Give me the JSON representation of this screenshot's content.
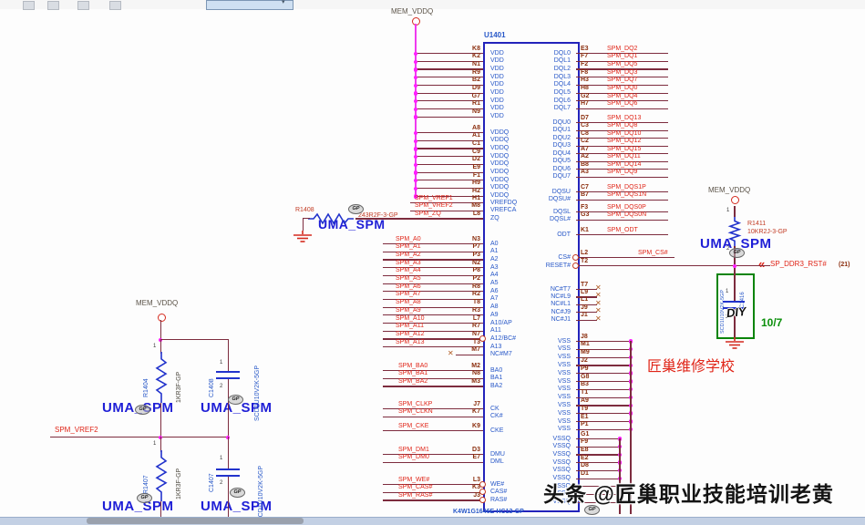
{
  "nets": {
    "mem_vddq": "MEM_VDDQ",
    "uma_spm": "UMA_SPM",
    "spm_vref2": "SPM_VREF2",
    "reset_net": "SP_DDR3_RST#",
    "reset_page": "(21)",
    "offpage_icon": "«"
  },
  "chip": {
    "refdes": "U1401",
    "part_number": "K4W1G1646E-HC13-GP",
    "left": {
      "vdd": {
        "name": "VDD",
        "pins": [
          "K8",
          "K2",
          "N1",
          "R9",
          "B2",
          "D9",
          "G7",
          "R1",
          "N9"
        ]
      },
      "vddq": {
        "name": "VDDQ",
        "pins": [
          "A8",
          "A1",
          "C1",
          "C9",
          "D2",
          "E9",
          "F1",
          "H9",
          "H2"
        ]
      },
      "vref": [
        {
          "net": "SPM_VREF1",
          "pin": "H1",
          "name": "VREFDQ"
        },
        {
          "net": "SPM_VREF2",
          "pin": "M8",
          "name": "VREFCA"
        },
        {
          "net": "SPM_ZQ",
          "pin": "L8",
          "name": "ZQ"
        }
      ],
      "addr": [
        {
          "net": "SPM_A0",
          "pin": "N3",
          "name": "A0"
        },
        {
          "net": "SPM_A1",
          "pin": "P7",
          "name": "A1"
        },
        {
          "net": "SPM_A2",
          "pin": "P3",
          "name": "A2"
        },
        {
          "net": "SPM_A3",
          "pin": "N2",
          "name": "A3"
        },
        {
          "net": "SPM_A4",
          "pin": "P8",
          "name": "A4"
        },
        {
          "net": "SPM_A5",
          "pin": "P2",
          "name": "A5"
        },
        {
          "net": "SPM_A6",
          "pin": "R8",
          "name": "A6"
        },
        {
          "net": "SPM_A7",
          "pin": "R2",
          "name": "A7"
        },
        {
          "net": "SPM_A8",
          "pin": "T8",
          "name": "A8"
        },
        {
          "net": "SPM_A9",
          "pin": "R3",
          "name": "A9"
        },
        {
          "net": "SPM_A10",
          "pin": "L7",
          "name": "A10/AP"
        },
        {
          "net": "SPM_A11",
          "pin": "R7",
          "name": "A11"
        },
        {
          "net": "SPM_A12",
          "pin": "N7",
          "name": "A12/BC#",
          "bubble": true
        },
        {
          "net": "SPM_A13",
          "pin": "T3",
          "name": "A13"
        },
        {
          "pin": "M7",
          "name": "NC#M7",
          "nc": true
        }
      ],
      "ba": [
        {
          "net": "SPM_BA0",
          "pin": "M2",
          "name": "BA0"
        },
        {
          "net": "SPM_BA1",
          "pin": "N8",
          "name": "BA1"
        },
        {
          "net": "SPM_BA2",
          "pin": "M3",
          "name": "BA2"
        }
      ],
      "ck": [
        {
          "net": "SPM_CLKP",
          "pin": "J7",
          "name": "CK"
        },
        {
          "net": "SPM_CLKN",
          "pin": "K7",
          "name": "CK#"
        }
      ],
      "cke": [
        {
          "net": "SPM_CKE",
          "pin": "K9",
          "name": "CKE"
        }
      ],
      "dm": [
        {
          "net": "SPM_DM1",
          "pin": "D3",
          "name": "DMU"
        },
        {
          "net": "SPM_DM0",
          "pin": "E7",
          "name": "DML"
        }
      ],
      "cmd": [
        {
          "net": "SPM_WE#",
          "pin": "L3",
          "name": "WE#",
          "bubble": true
        },
        {
          "net": "SPM_CAS#",
          "pin": "K3",
          "name": "CAS#",
          "bubble": true
        },
        {
          "net": "SPM_RAS#",
          "pin": "J3",
          "name": "RAS#",
          "bubble": true
        }
      ]
    },
    "right": {
      "dql": [
        {
          "name": "DQL0",
          "pin": "E3",
          "net": "SPM_DQ2"
        },
        {
          "name": "DQL1",
          "pin": "F7",
          "net": "SPM_DQ1"
        },
        {
          "name": "DQL2",
          "pin": "F2",
          "net": "SPM_DQ5"
        },
        {
          "name": "DQL3",
          "pin": "F8",
          "net": "SPM_DQ3"
        },
        {
          "name": "DQL4",
          "pin": "H3",
          "net": "SPM_DQ7"
        },
        {
          "name": "DQL5",
          "pin": "H8",
          "net": "SPM_DQ0"
        },
        {
          "name": "DQL6",
          "pin": "G2",
          "net": "SPM_DQ4"
        },
        {
          "name": "DQL7",
          "pin": "H7",
          "net": "SPM_DQ6"
        }
      ],
      "dqu": [
        {
          "name": "DQU0",
          "pin": "D7",
          "net": "SPM_DQ13"
        },
        {
          "name": "DQU1",
          "pin": "C3",
          "net": "SPM_DQ8"
        },
        {
          "name": "DQU2",
          "pin": "C8",
          "net": "SPM_DQ10"
        },
        {
          "name": "DQU3",
          "pin": "C2",
          "net": "SPM_DQ12"
        },
        {
          "name": "DQU4",
          "pin": "A7",
          "net": "SPM_DQ15"
        },
        {
          "name": "DQU5",
          "pin": "A2",
          "net": "SPM_DQ11"
        },
        {
          "name": "DQU6",
          "pin": "B8",
          "net": "SPM_DQ14"
        },
        {
          "name": "DQU7",
          "pin": "A3",
          "net": "SPM_DQ9"
        }
      ],
      "dqs1": [
        {
          "name": "DQSU",
          "pin": "C7",
          "net": "SPM_DQS1P"
        },
        {
          "name": "DQSU#",
          "pin": "B7",
          "net": "SPM_DQS1N"
        }
      ],
      "dqs0": [
        {
          "name": "DQSL",
          "pin": "F3",
          "net": "SPM_DQS0P"
        },
        {
          "name": "DQSL#",
          "pin": "G3",
          "net": "SPM_DQS0N"
        }
      ],
      "odt": [
        {
          "name": "ODT",
          "pin": "K1",
          "net": "SPM_ODT"
        }
      ],
      "cs": [
        {
          "name": "CS#",
          "pin": "L2",
          "net": "SPM_CS#",
          "bubble": true
        }
      ],
      "reset": [
        {
          "name": "RESET#",
          "pin": "T2",
          "bubble": true
        }
      ],
      "nc": [
        {
          "name": "NC#T7",
          "pin": "T7"
        },
        {
          "name": "NC#L9",
          "pin": "L9"
        },
        {
          "name": "NC#L1",
          "pin": "L1"
        },
        {
          "name": "NC#J9",
          "pin": "J9"
        },
        {
          "name": "NC#J1",
          "pin": "J1"
        }
      ],
      "vss": {
        "name": "VSS",
        "pins": [
          "J8",
          "M1",
          "M9",
          "J2",
          "P9",
          "G8",
          "B3",
          "T1",
          "A9",
          "T9",
          "E1",
          "P1"
        ]
      },
      "vssq": {
        "name": "VSSQ",
        "pins": [
          "G1",
          "F9",
          "E8",
          "E2",
          "D8",
          "D1",
          "",
          "",
          ""
        ]
      }
    }
  },
  "components": {
    "r1408": {
      "ref": "R1408",
      "value": "243R2F-3-GP"
    },
    "r1404": {
      "ref": "R1404",
      "value": "1KR3F-GP"
    },
    "r1407": {
      "ref": "R1407",
      "value": "1KR3F-GP"
    },
    "r1411": {
      "ref": "R1411",
      "value": "10KR2J-3-GP"
    },
    "c1408": {
      "ref": "C1408",
      "value": "SCD1U10V2K-5GP"
    },
    "c1407": {
      "ref": "C1407",
      "value": "SCD1U10V2K-5GP"
    },
    "c1416": {
      "ref": "C1416",
      "value": "SCD1U10V2K-5GP"
    }
  },
  "annotations": {
    "school": "匠巢维修学校",
    "watermark": "头条 @匠巢职业技能培训老黄",
    "diy": "DIY",
    "page_ref": "10/7",
    "gp": "GP",
    "pin1": "1",
    "pin2": "2"
  }
}
